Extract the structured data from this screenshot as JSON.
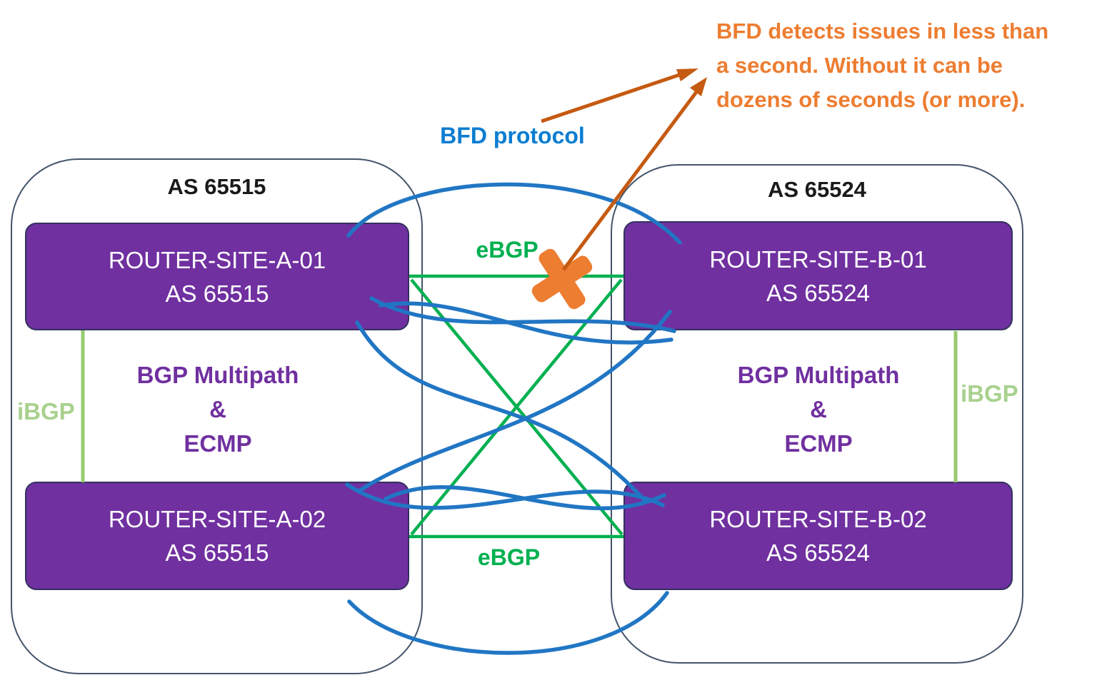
{
  "palette": {
    "purple": "#7030A0",
    "container_border": "#44546A",
    "box_border": "#32325E",
    "green": "#00B050",
    "ibgp_line": "#97CA70",
    "ibgp_text": "#A9D18E",
    "blue_curve": "#2176C4",
    "blue_label": "#0A7DD1",
    "orange": "#ED7D31",
    "dark_orange": "#C55A11",
    "black": "#1A1A1A"
  },
  "annotation": {
    "line1": "BFD detects issues in less than",
    "line2": "a second. Without it can be",
    "line3": "dozens of seconds (or more)."
  },
  "labels": {
    "bfd_protocol": "BFD protocol",
    "ebgp_top": "eBGP",
    "ebgp_bottom": "eBGP",
    "ibgp_left": "iBGP",
    "ibgp_right": "iBGP"
  },
  "sites": [
    {
      "as_label": "AS 65515",
      "feature_line1": "BGP Multipath",
      "feature_line2": "&",
      "feature_line3": "ECMP",
      "routers": [
        {
          "name": "ROUTER-SITE-A-01",
          "as": "AS 65515"
        },
        {
          "name": "ROUTER-SITE-A-02",
          "as": "AS 65515"
        }
      ]
    },
    {
      "as_label": "AS 65524",
      "feature_line1": "BGP Multipath",
      "feature_line2": "&",
      "feature_line3": "ECMP",
      "routers": [
        {
          "name": "ROUTER-SITE-B-01",
          "as": "AS 65524"
        },
        {
          "name": "ROUTER-SITE-B-02",
          "as": "AS 65524"
        }
      ]
    }
  ]
}
